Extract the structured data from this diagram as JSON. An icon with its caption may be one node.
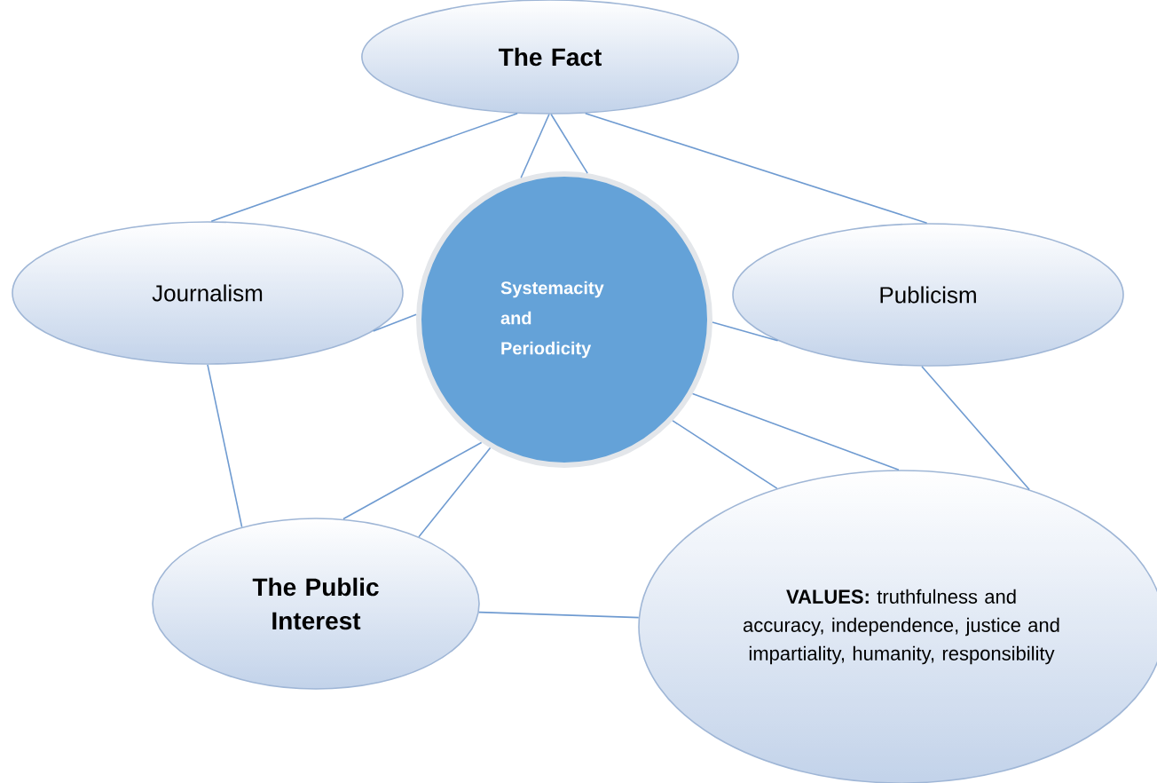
{
  "diagram": {
    "nodes": [
      {
        "text": [
          "The Fact"
        ]
      },
      {
        "text": [
          "Journalism"
        ]
      },
      {
        "text": [
          "Systemacity and Periodicity"
        ]
      },
      {
        "text": [
          "Publicism"
        ]
      },
      {
        "text": [
          "The Public Interest"
        ]
      },
      {
        "text": [
          "**VALUES:** truthfulness and accuracy, independence, justice and impartiality, humanity, responsibility"
        ]
      }
    ],
    "edges": [
      {
        "from": 0,
        "to": 1,
        "arrow": "none"
      },
      {
        "from": 0,
        "to": 2,
        "arrow": "none"
      },
      {
        "from": 0,
        "to": 2,
        "arrow": "none"
      },
      {
        "from": 0,
        "to": 3,
        "arrow": "none"
      },
      {
        "from": 1,
        "to": 2,
        "arrow": "none"
      },
      {
        "from": 1,
        "to": 4,
        "arrow": "none"
      },
      {
        "from": 2,
        "to": 3,
        "arrow": "none"
      },
      {
        "from": 2,
        "to": 4,
        "arrow": "none"
      },
      {
        "from": 2,
        "to": 4,
        "arrow": "none"
      },
      {
        "from": 2,
        "to": 5,
        "arrow": "none"
      },
      {
        "from": 2,
        "to": 5,
        "arrow": "none"
      },
      {
        "from": 3,
        "to": 5,
        "arrow": "none"
      },
      {
        "from": 4,
        "to": 5,
        "arrow": "none"
      }
    ]
  }
}
